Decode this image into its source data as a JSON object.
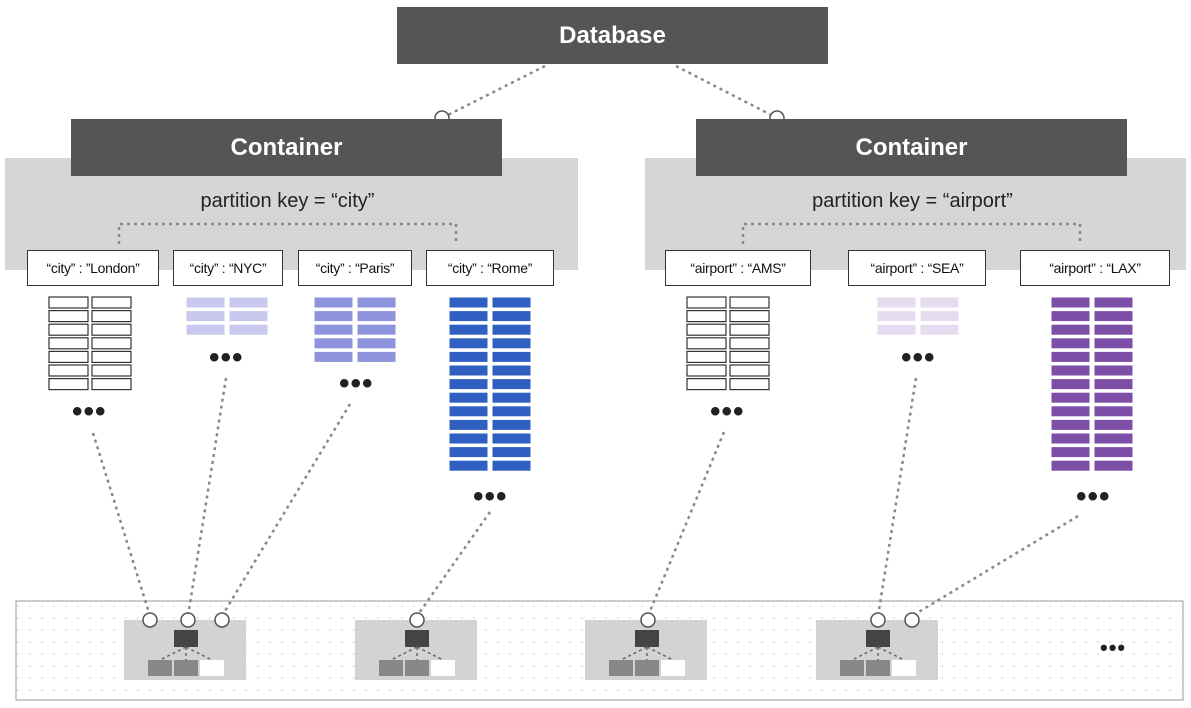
{
  "database": {
    "title": "Database"
  },
  "containers": [
    {
      "title": "Container",
      "partition_key": "partition key = “city”",
      "partitions": [
        {
          "label": "“city” : ”London”",
          "color": "#ffffff",
          "rows": 7
        },
        {
          "label": "“city” : “NYC”",
          "color": "#c9c8ee",
          "rows": 3
        },
        {
          "label": "“city” : “Paris”",
          "color": "#8e93dd",
          "rows": 5
        },
        {
          "label": "“city” : “Rome”",
          "color": "#2f5fc0",
          "rows": 13
        }
      ]
    },
    {
      "title": "Container",
      "partition_key": "partition key = “airport”",
      "partitions": [
        {
          "label": "“airport” : “AMS”",
          "color": "#ffffff",
          "rows": 7
        },
        {
          "label": "“airport” : “SEA”",
          "color": "#e6dcef",
          "rows": 3
        },
        {
          "label": "“airport” : “LAX”",
          "color": "#7d4ea6",
          "rows": 13
        }
      ]
    }
  ],
  "ellipsis": "•••",
  "cluster": {
    "more": "•••",
    "node_count": 4
  },
  "colors": {
    "header": "#555555",
    "panel": "#d6d6d6",
    "cluster_node": "#d3d3d3",
    "connector": "#888888"
  }
}
